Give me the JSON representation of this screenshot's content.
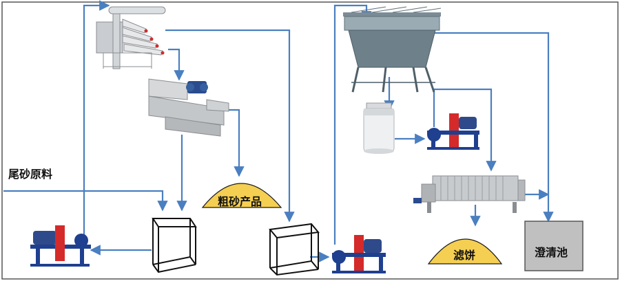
{
  "labels": {
    "raw_material": "尾砂原料",
    "coarse_sand_product": "粗砂产品",
    "filter_cake": "滤饼",
    "clarifier_pool": "澄清池"
  },
  "colors": {
    "pipe": "#4a7fc0",
    "pile_fill": "#f5cf52",
    "pool_fill": "#c0c0c0",
    "pump_red": "#d42a2a",
    "pump_blue": "#1f3f8f",
    "machine_gray": "#b9bcc0"
  },
  "icons": [
    "hydrocyclone-icon",
    "dewatering-screen-icon",
    "slurry-pump-icon",
    "sump-tank-icon",
    "thickener-icon",
    "agitation-tank-icon",
    "filter-press-icon"
  ]
}
